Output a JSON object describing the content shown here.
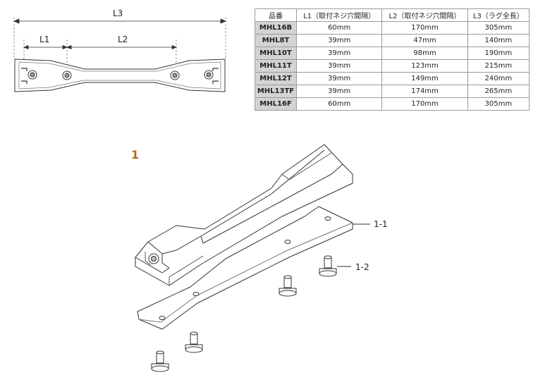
{
  "dimension_drawing": {
    "label_l3": "L3",
    "label_l1": "L1",
    "label_l2": "L2"
  },
  "spec_table": {
    "headers": [
      "品番",
      "L1（取付ネジ穴間隔）",
      "L2（取付ネジ穴間隔）",
      "L3（ラグ全長）"
    ],
    "rows": [
      [
        "MHL16B",
        "60mm",
        "170mm",
        "305mm"
      ],
      [
        "MHL8T",
        "39mm",
        "47mm",
        "140mm"
      ],
      [
        "MHL10T",
        "39mm",
        "98mm",
        "190mm"
      ],
      [
        "MHL11T",
        "39mm",
        "123mm",
        "215mm"
      ],
      [
        "MHL12T",
        "39mm",
        "149mm",
        "240mm"
      ],
      [
        "MHL13TF",
        "39mm",
        "174mm",
        "265mm"
      ],
      [
        "MHL16F",
        "60mm",
        "170mm",
        "305mm"
      ]
    ]
  },
  "exploded_view": {
    "item_number": "1",
    "callout_1_1": "1-1",
    "callout_1_2": "1-2"
  },
  "colors": {
    "item_number": "#b06a18",
    "model_cell_bg": "#d3d3d3",
    "line": "#333333"
  }
}
